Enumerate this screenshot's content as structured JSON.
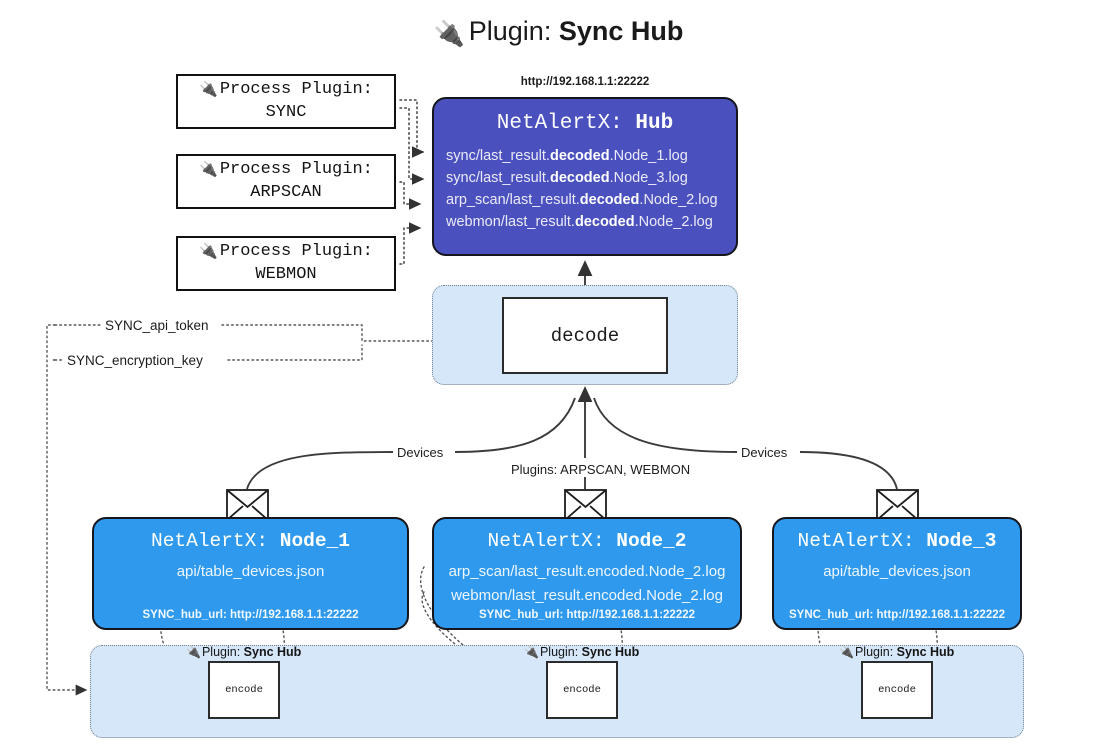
{
  "title": {
    "icon": "plug-icon",
    "label": "Plugin:",
    "value": "Sync Hub"
  },
  "process_plugins": [
    {
      "icon": "plug-icon",
      "label": "Process Plugin:",
      "value": "SYNC"
    },
    {
      "icon": "plug-icon",
      "label": "Process Plugin:",
      "value": "ARPSCAN"
    },
    {
      "icon": "plug-icon",
      "label": "Process Plugin:",
      "value": "WEBMON"
    }
  ],
  "hub": {
    "url": "http://192.168.1.1:22222",
    "title_label": "NetAlertX:",
    "title_value": "Hub",
    "logs": [
      {
        "pre": "sync/last_result.",
        "em": "decoded",
        "post": ".Node_1.log"
      },
      {
        "pre": "sync/last_result.",
        "em": "decoded",
        "post": ".Node_3.log"
      },
      {
        "pre": "arp_scan/last_result.",
        "em": "decoded",
        "post": ".Node_2.log"
      },
      {
        "pre": "webmon/last_result.",
        "em": "decoded",
        "post": ".Node_2.log"
      }
    ]
  },
  "decode": {
    "label": "decode"
  },
  "keys": [
    {
      "name": "SYNC_api_token"
    },
    {
      "name": "SYNC_encryption_key"
    }
  ],
  "edge_labels": {
    "devices_left": "Devices",
    "devices_right": "Devices",
    "plugins_center": "Plugins: ARPSCAN, WEBMON"
  },
  "nodes": [
    {
      "title_label": "NetAlertX:",
      "title_value": "Node_1",
      "lines": [
        "api/table_devices.json"
      ],
      "url": "SYNC_hub_url: http://192.168.1.1:22222",
      "icon": "envelope-icon"
    },
    {
      "title_label": "NetAlertX:",
      "title_value": "Node_2",
      "lines": [
        "arp_scan/last_result.encoded.Node_2.log",
        "webmon/last_result.encoded.Node_2.log"
      ],
      "url": "SYNC_hub_url: http://192.168.1.1:22222",
      "icon": "envelope-icon"
    },
    {
      "title_label": "NetAlertX:",
      "title_value": "Node_3",
      "lines": [
        "api/table_devices.json"
      ],
      "url": "SYNC_hub_url: http://192.168.1.1:22222",
      "icon": "envelope-icon"
    }
  ],
  "encoders": [
    {
      "tag_icon": "plug-icon",
      "tag_label": "Plugin:",
      "tag_value": "Sync Hub",
      "box": "encode"
    },
    {
      "tag_icon": "plug-icon",
      "tag_label": "Plugin:",
      "tag_value": "Sync Hub",
      "box": "encode"
    },
    {
      "tag_icon": "plug-icon",
      "tag_label": "Plugin:",
      "tag_value": "Sync Hub",
      "box": "encode"
    }
  ],
  "colors": {
    "hub_fill": "#4a51bf",
    "node_fill": "#2f9aed",
    "container_fill": "#d6e7fa",
    "box_stroke": "#15161d",
    "edge_stroke": "#3b3b3b"
  }
}
